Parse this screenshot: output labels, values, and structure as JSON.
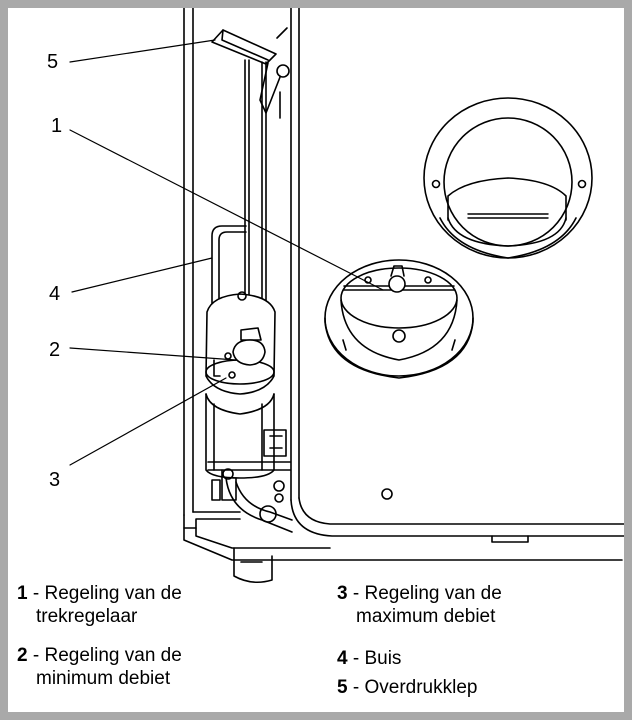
{
  "callouts": [
    "5",
    "1",
    "4",
    "2",
    "3"
  ],
  "legend": [
    {
      "num": "1",
      "sep": " - ",
      "line1": "Regeling van de",
      "line2": "trekregelaar"
    },
    {
      "num": "2",
      "sep": " - ",
      "line1": "Regeling van de",
      "line2": "minimum debiet"
    },
    {
      "num": "3",
      "sep": " - ",
      "line1": "Regeling van de",
      "line2": "maximum debiet"
    },
    {
      "num": "4",
      "sep": " - ",
      "line1": "Buis"
    },
    {
      "num": "5",
      "sep": " - ",
      "line1": "Overdrukklep"
    }
  ]
}
